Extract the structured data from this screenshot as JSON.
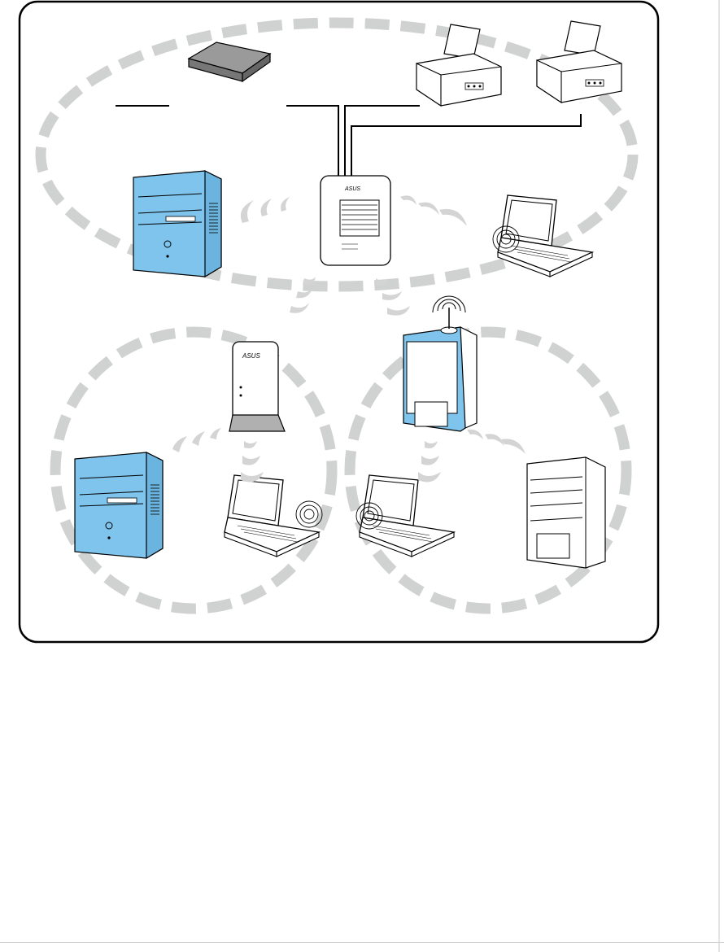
{
  "diagram": {
    "brand_logo_text": "ASUS",
    "colors": {
      "frame": "#000000",
      "zone_ring": "#d0d1d1",
      "device_body": "#ffffff",
      "pc_accent": "#7ec4ec",
      "signal_wave": "#d4d4d4",
      "line": "#000000"
    },
    "zones": [
      {
        "name": "infrastructure-zone",
        "icon": "dashed-ellipse"
      },
      {
        "name": "ap-client-zone",
        "icon": "dashed-circle"
      },
      {
        "name": "adhoc-zone",
        "icon": "dashed-circle"
      }
    ],
    "devices": [
      {
        "name": "modem",
        "icon": "modem-icon"
      },
      {
        "name": "printer-1",
        "icon": "printer-icon"
      },
      {
        "name": "printer-2",
        "icon": "printer-icon"
      },
      {
        "name": "access-point",
        "icon": "wireless-router-icon"
      },
      {
        "name": "desktop-blue-top",
        "icon": "blue-desktop-icon"
      },
      {
        "name": "laptop-top-right",
        "icon": "laptop-icon"
      },
      {
        "name": "vertical-ap",
        "icon": "vertical-access-point-icon"
      },
      {
        "name": "desktop-antenna",
        "icon": "desktop-with-antenna-icon"
      },
      {
        "name": "desktop-blue-bottom",
        "icon": "blue-desktop-icon"
      },
      {
        "name": "laptop-bottom-1",
        "icon": "laptop-icon"
      },
      {
        "name": "laptop-bottom-2",
        "icon": "laptop-icon"
      },
      {
        "name": "desktop-white",
        "icon": "white-desktop-icon"
      }
    ]
  }
}
